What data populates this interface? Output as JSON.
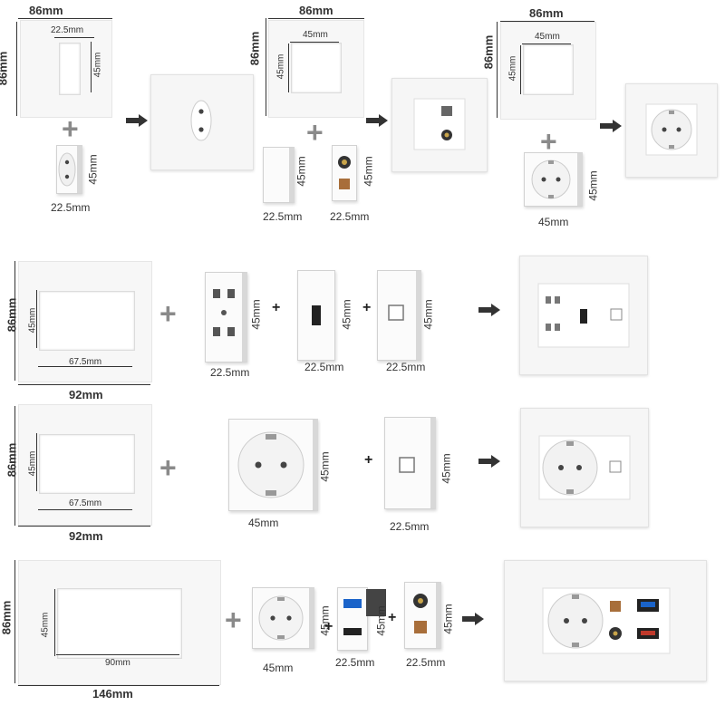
{
  "labels": {
    "w86": "86mm",
    "h86": "86mm",
    "w22_5": "22.5mm",
    "h45": "45mm",
    "w45": "45mm",
    "w92": "92mm",
    "w67_5": "67.5mm",
    "w146": "146mm",
    "w90": "90mm"
  },
  "symbols": {
    "plus": "+",
    "arrow": "arrow-right-icon"
  },
  "colors": {
    "plate": "#fafafa",
    "line": "#333333",
    "plus": "#8a8a8a",
    "arrow": "#333333",
    "usb_blue": "#1a63c9",
    "hdmi_red": "#c0392b"
  }
}
